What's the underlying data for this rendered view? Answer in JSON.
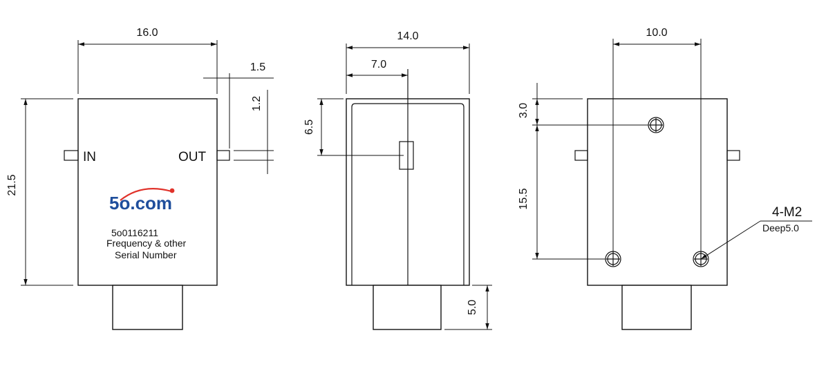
{
  "front_view": {
    "width_dim": "16.0",
    "height_dim": "21.5",
    "pin_offset_dim": "1.5",
    "pin_height_dim": "1.2",
    "in_label": "IN",
    "out_label": "OUT",
    "logo_number": "5o",
    "logo_domain": ".com",
    "serial_code": "5o0116211",
    "freq_line": "Frequency & other",
    "serial_line": "Serial Number"
  },
  "side_view": {
    "width_dim": "14.0",
    "center_dim": "7.0",
    "pin_pos_dim": "6.5",
    "connector_dim": "5.0"
  },
  "back_view": {
    "hole_spacing_dim": "10.0",
    "top_offset_dim": "3.0",
    "vertical_spacing_dim": "15.5",
    "thread_callout": "4-M2",
    "depth_callout": "Deep5.0"
  },
  "colors": {
    "logo_blue": "#1f4e9c",
    "logo_red": "#e0322a",
    "line": "#111111"
  }
}
